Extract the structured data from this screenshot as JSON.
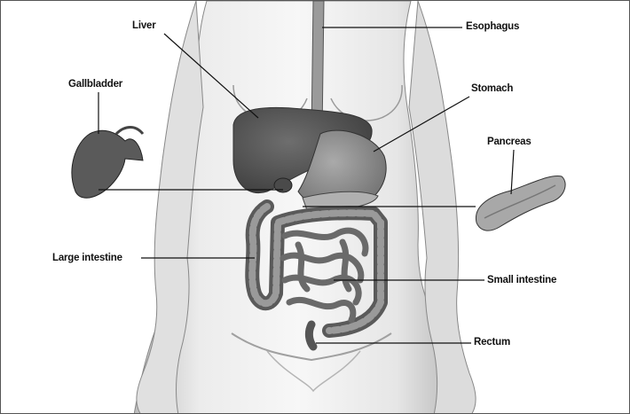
{
  "labels": {
    "liver": "Liver",
    "esophagus": "Esophagus",
    "gallbladder": "Gallbladder",
    "stomach": "Stomach",
    "pancreas": "Pancreas",
    "large_intestine": "Large intestine",
    "small_intestine": "Small intestine",
    "rectum": "Rectum"
  },
  "colors": {
    "line": "#111111",
    "skin_light": "#f2f2f2",
    "skin_shade": "#bdbdbd",
    "organ_dark": "#5a5a5a",
    "organ_mid": "#8a8a8a"
  }
}
